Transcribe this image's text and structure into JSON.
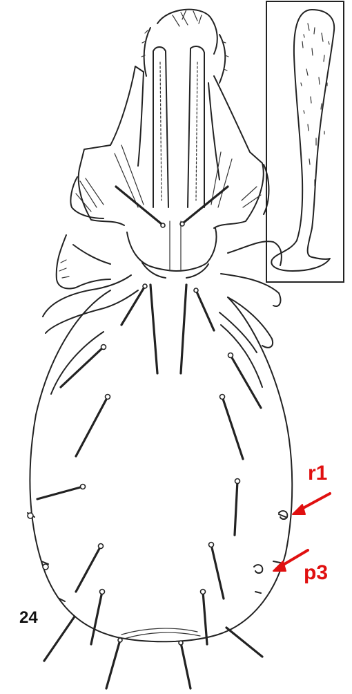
{
  "figure": {
    "number": "24",
    "annotations": [
      {
        "id": "r1",
        "text": "r1"
      },
      {
        "id": "p3",
        "text": "p3"
      }
    ],
    "annotation_color": "#e01010",
    "ink_color": "#222222"
  }
}
